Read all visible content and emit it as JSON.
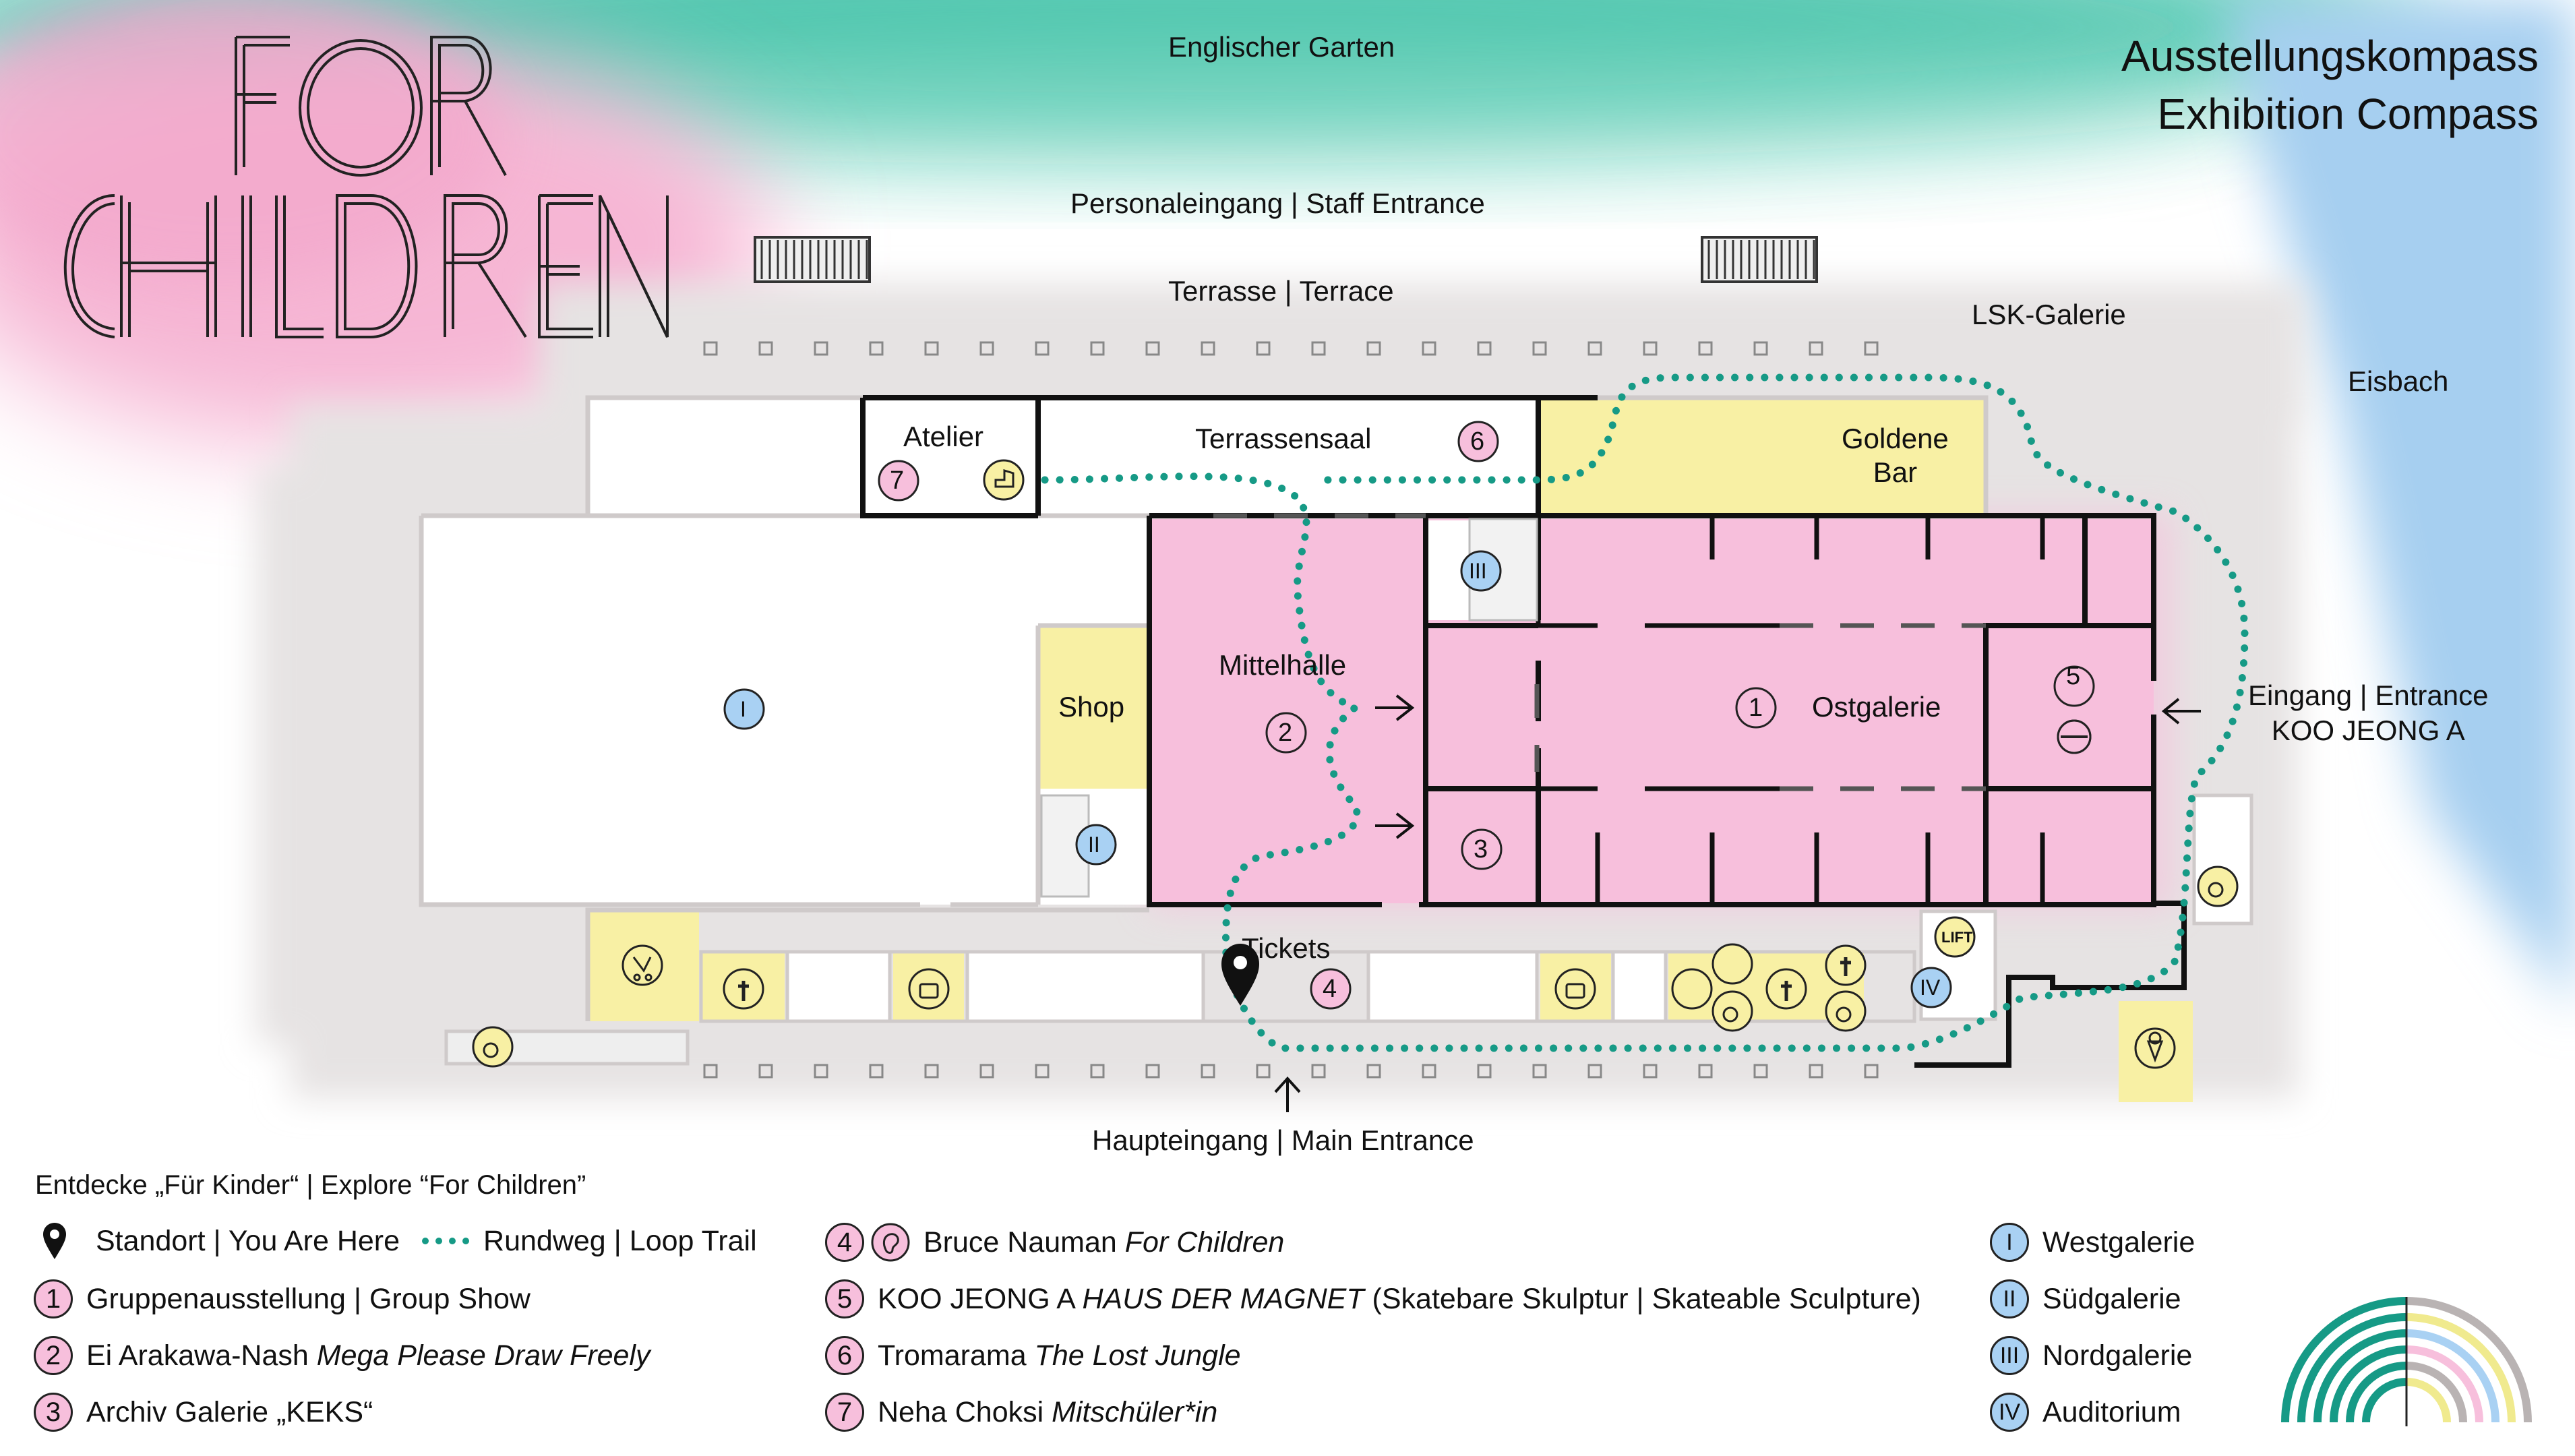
{
  "map": {
    "title_de": "Ausstellungskompass",
    "title_en": "Exhibition Compass",
    "logo_text": "FOR CHILDREN",
    "places": {
      "englischer_garten": "Englischer Garten",
      "staff_entrance": "Personaleingang | Staff Entrance",
      "terrace": "Terrasse | Terrace",
      "lsk_galerie": "LSK-Galerie",
      "eisbach": "Eisbach",
      "entrance_line1": "Eingang | Entrance",
      "entrance_line2": "KOO JEONG A",
      "main_entrance": "Haupteingang | Main Entrance"
    },
    "rooms": {
      "atelier": "Atelier",
      "terrassensaal": "Terrassensaal",
      "goldene_bar_line1": "Goldene",
      "goldene_bar_line2": "Bar",
      "shop": "Shop",
      "mittelhalle": "Mittelhalle",
      "ostgalerie": "Ostgalerie",
      "tickets": "Tickets"
    },
    "markers": {
      "m1": "1",
      "m2": "2",
      "m3": "3",
      "m4": "4",
      "m5": "5",
      "m6": "6",
      "m7": "7",
      "r1": "I",
      "r2": "II",
      "r3": "III",
      "r4": "IV",
      "lift": "LIFT"
    },
    "icons": [
      "wheelchair-icon",
      "toilet-icon",
      "locker-icon",
      "stroller-icon",
      "baby-changing-icon",
      "all-gender-toilet-icon",
      "ice-cream-icon",
      "lift-icon",
      "location-pin-icon",
      "skateboard-icon",
      "chair-icon"
    ]
  },
  "legend": {
    "heading": "Entdecke „Für Kinder“ | Explore “For Children”",
    "standort": "Standort | You Are Here",
    "rundweg": "Rundweg | Loop Trail",
    "items_left": [
      {
        "num": "1",
        "text": "Gruppenausstellung | Group Show",
        "italic": ""
      },
      {
        "num": "2",
        "text": "Ei Arakawa-Nash ",
        "italic": "Mega Please Draw Freely"
      },
      {
        "num": "3",
        "text": "Archiv Galerie „KEKS“",
        "italic": ""
      }
    ],
    "items_mid": [
      {
        "num": "4",
        "text": "Bruce Nauman ",
        "italic": "For Children",
        "after": ""
      },
      {
        "num": "5",
        "text": "KOO JEONG A ",
        "italic": "HAUS DER MAGNET",
        "after": " (Skatebare Skulptur | Skateable Sculpture)"
      },
      {
        "num": "6",
        "text": "Tromarama ",
        "italic": "The Lost Jungle",
        "after": ""
      },
      {
        "num": "7",
        "text": "Neha Choksi ",
        "italic": "Mitschüler*in",
        "after": ""
      }
    ],
    "items_right": [
      {
        "num": "I",
        "text": "Westgalerie"
      },
      {
        "num": "II",
        "text": "Südgalerie"
      },
      {
        "num": "III",
        "text": "Nordgalerie"
      },
      {
        "num": "IV",
        "text": "Auditorium"
      }
    ]
  },
  "colors": {
    "pink": "#f7bfdc",
    "yellow": "#f8f0a4",
    "blue": "#a9d1f3",
    "teal": "#169a86",
    "grey": "#e9e6e6",
    "outline": "#111111"
  }
}
